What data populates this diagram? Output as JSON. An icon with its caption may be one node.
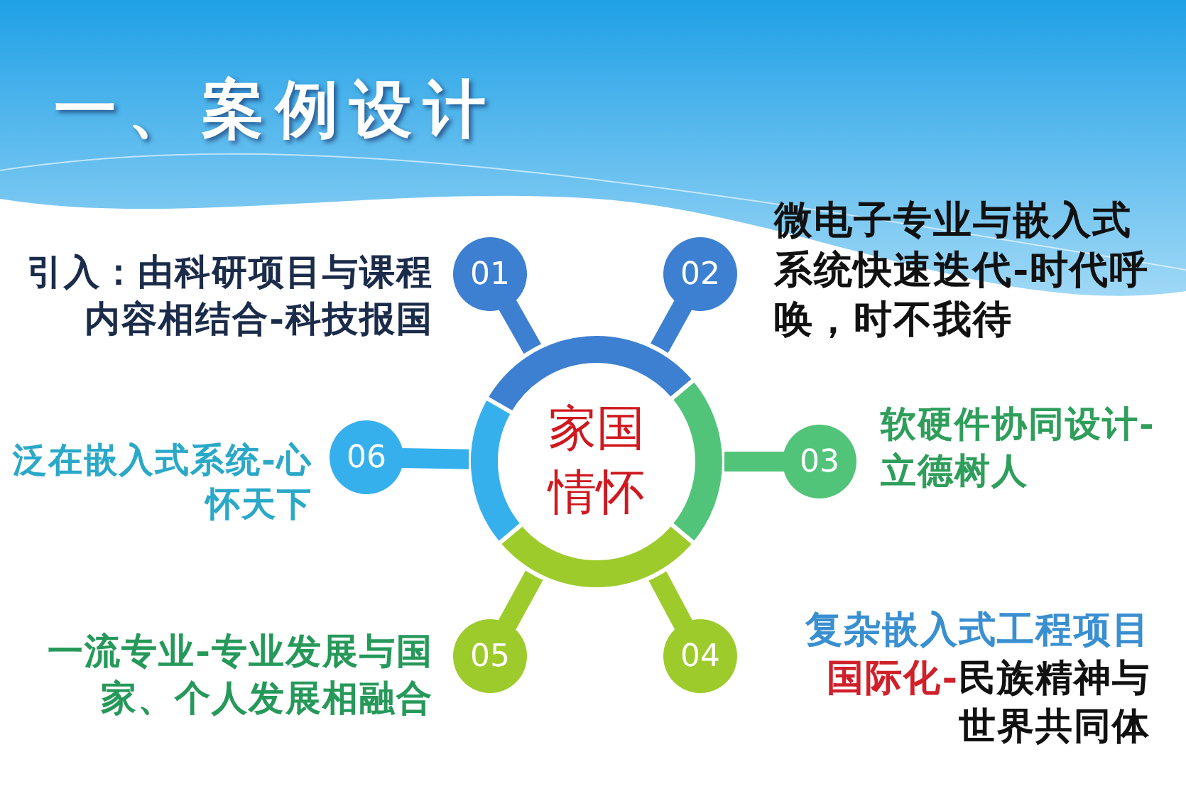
{
  "diagram": {
    "title": "一、案例设计",
    "nodes": [
      {
        "text": [
          "家国情怀"
        ]
      },
      {
        "text": [
          "01"
        ],
        "beside": [
          "引入：由科研项目与课程内容相结合-科技报国"
        ]
      },
      {
        "text": [
          "02"
        ],
        "beside": [
          "微电子专业与嵌入式系统快速迭代-时代呼唤，时不我待"
        ]
      },
      {
        "text": [
          "03"
        ],
        "beside": [
          "软硬件协同设计-立德树人"
        ]
      },
      {
        "text": [
          "04"
        ],
        "beside": [
          "复杂嵌入式工程项目",
          "国际化-",
          "民族精神与世界共同体"
        ]
      },
      {
        "text": [
          "05"
        ],
        "beside": [
          "一流专业-专业发展与国家、个人发展相融合"
        ]
      },
      {
        "text": [
          "06"
        ],
        "beside": [
          "泛在嵌入式系统-心怀天下"
        ]
      }
    ],
    "edges": [
      {
        "from": 0,
        "to": 1,
        "arrow": "none",
        "color": "#3d7fd0"
      },
      {
        "from": 0,
        "to": 2,
        "arrow": "none",
        "color": "#3d7fd0"
      },
      {
        "from": 0,
        "to": 3,
        "arrow": "none",
        "color": "#52c47a"
      },
      {
        "from": 0,
        "to": 4,
        "arrow": "none",
        "color": "#9dcb2c"
      },
      {
        "from": 0,
        "to": 5,
        "arrow": "none",
        "color": "#9dcb2c"
      },
      {
        "from": 0,
        "to": 6,
        "arrow": "none",
        "color": "#36b0ec"
      }
    ]
  }
}
